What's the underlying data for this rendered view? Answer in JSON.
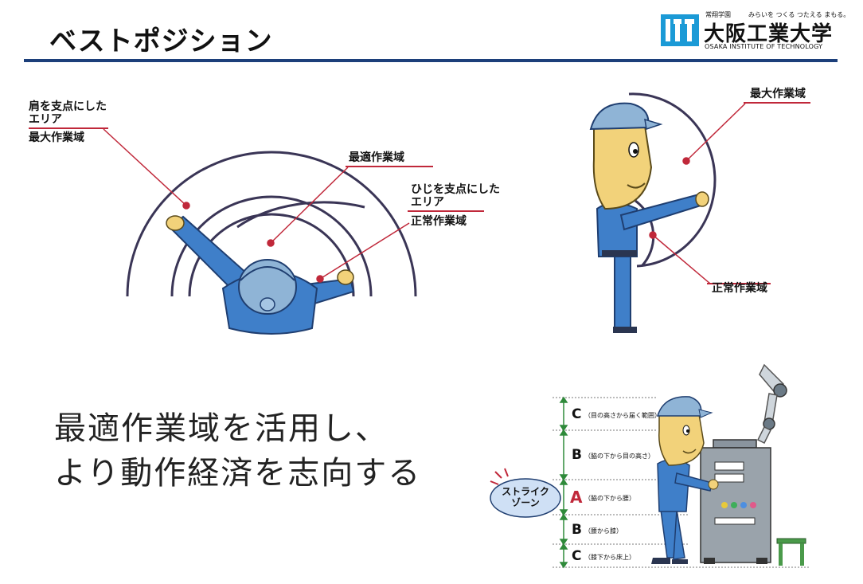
{
  "header": {
    "title": "ベストポジション",
    "logo": {
      "small_left": "常翔学園",
      "tagline": "みらいを つくる つたえる まもる。",
      "name": "大阪工業大学",
      "english": "OSAKA INSTITUTE OF TECHNOLOGY"
    }
  },
  "top_view": {
    "shoulder_area_line1": "肩を支点にした",
    "shoulder_area_line2": "エリア",
    "max_area": "最大作業域",
    "optimal_area": "最適作業域",
    "elbow_area_line1": "ひじを支点にした",
    "elbow_area_line2": "エリア",
    "normal_area": "正常作業域"
  },
  "side_view": {
    "max_area": "最大作業域",
    "normal_area": "正常作業域"
  },
  "message": {
    "line1": "最適作業域を活用し、",
    "line2": "より動作経済を志向する"
  },
  "height_zones": {
    "strike_zone_line1": "ストライク",
    "strike_zone_line2": "ゾーン",
    "zones": [
      {
        "letter": "C",
        "note": "（目の高さから届く範囲）"
      },
      {
        "letter": "B",
        "note": "（脇の下から目の高さ）"
      },
      {
        "letter": "A",
        "note": "（脇の下から腰）"
      },
      {
        "letter": "B",
        "note": "（腰から膝）"
      },
      {
        "letter": "C",
        "note": "（膝下から床上）"
      }
    ]
  },
  "colors": {
    "rule": "#1c3f7a",
    "accent_red": "#c0283a",
    "zone_green": "#2f8a3a",
    "arc": "#3a3556",
    "worker_blue": "#3f7fc9",
    "cap": "#8fb4d6",
    "skin": "#f2d27a"
  }
}
